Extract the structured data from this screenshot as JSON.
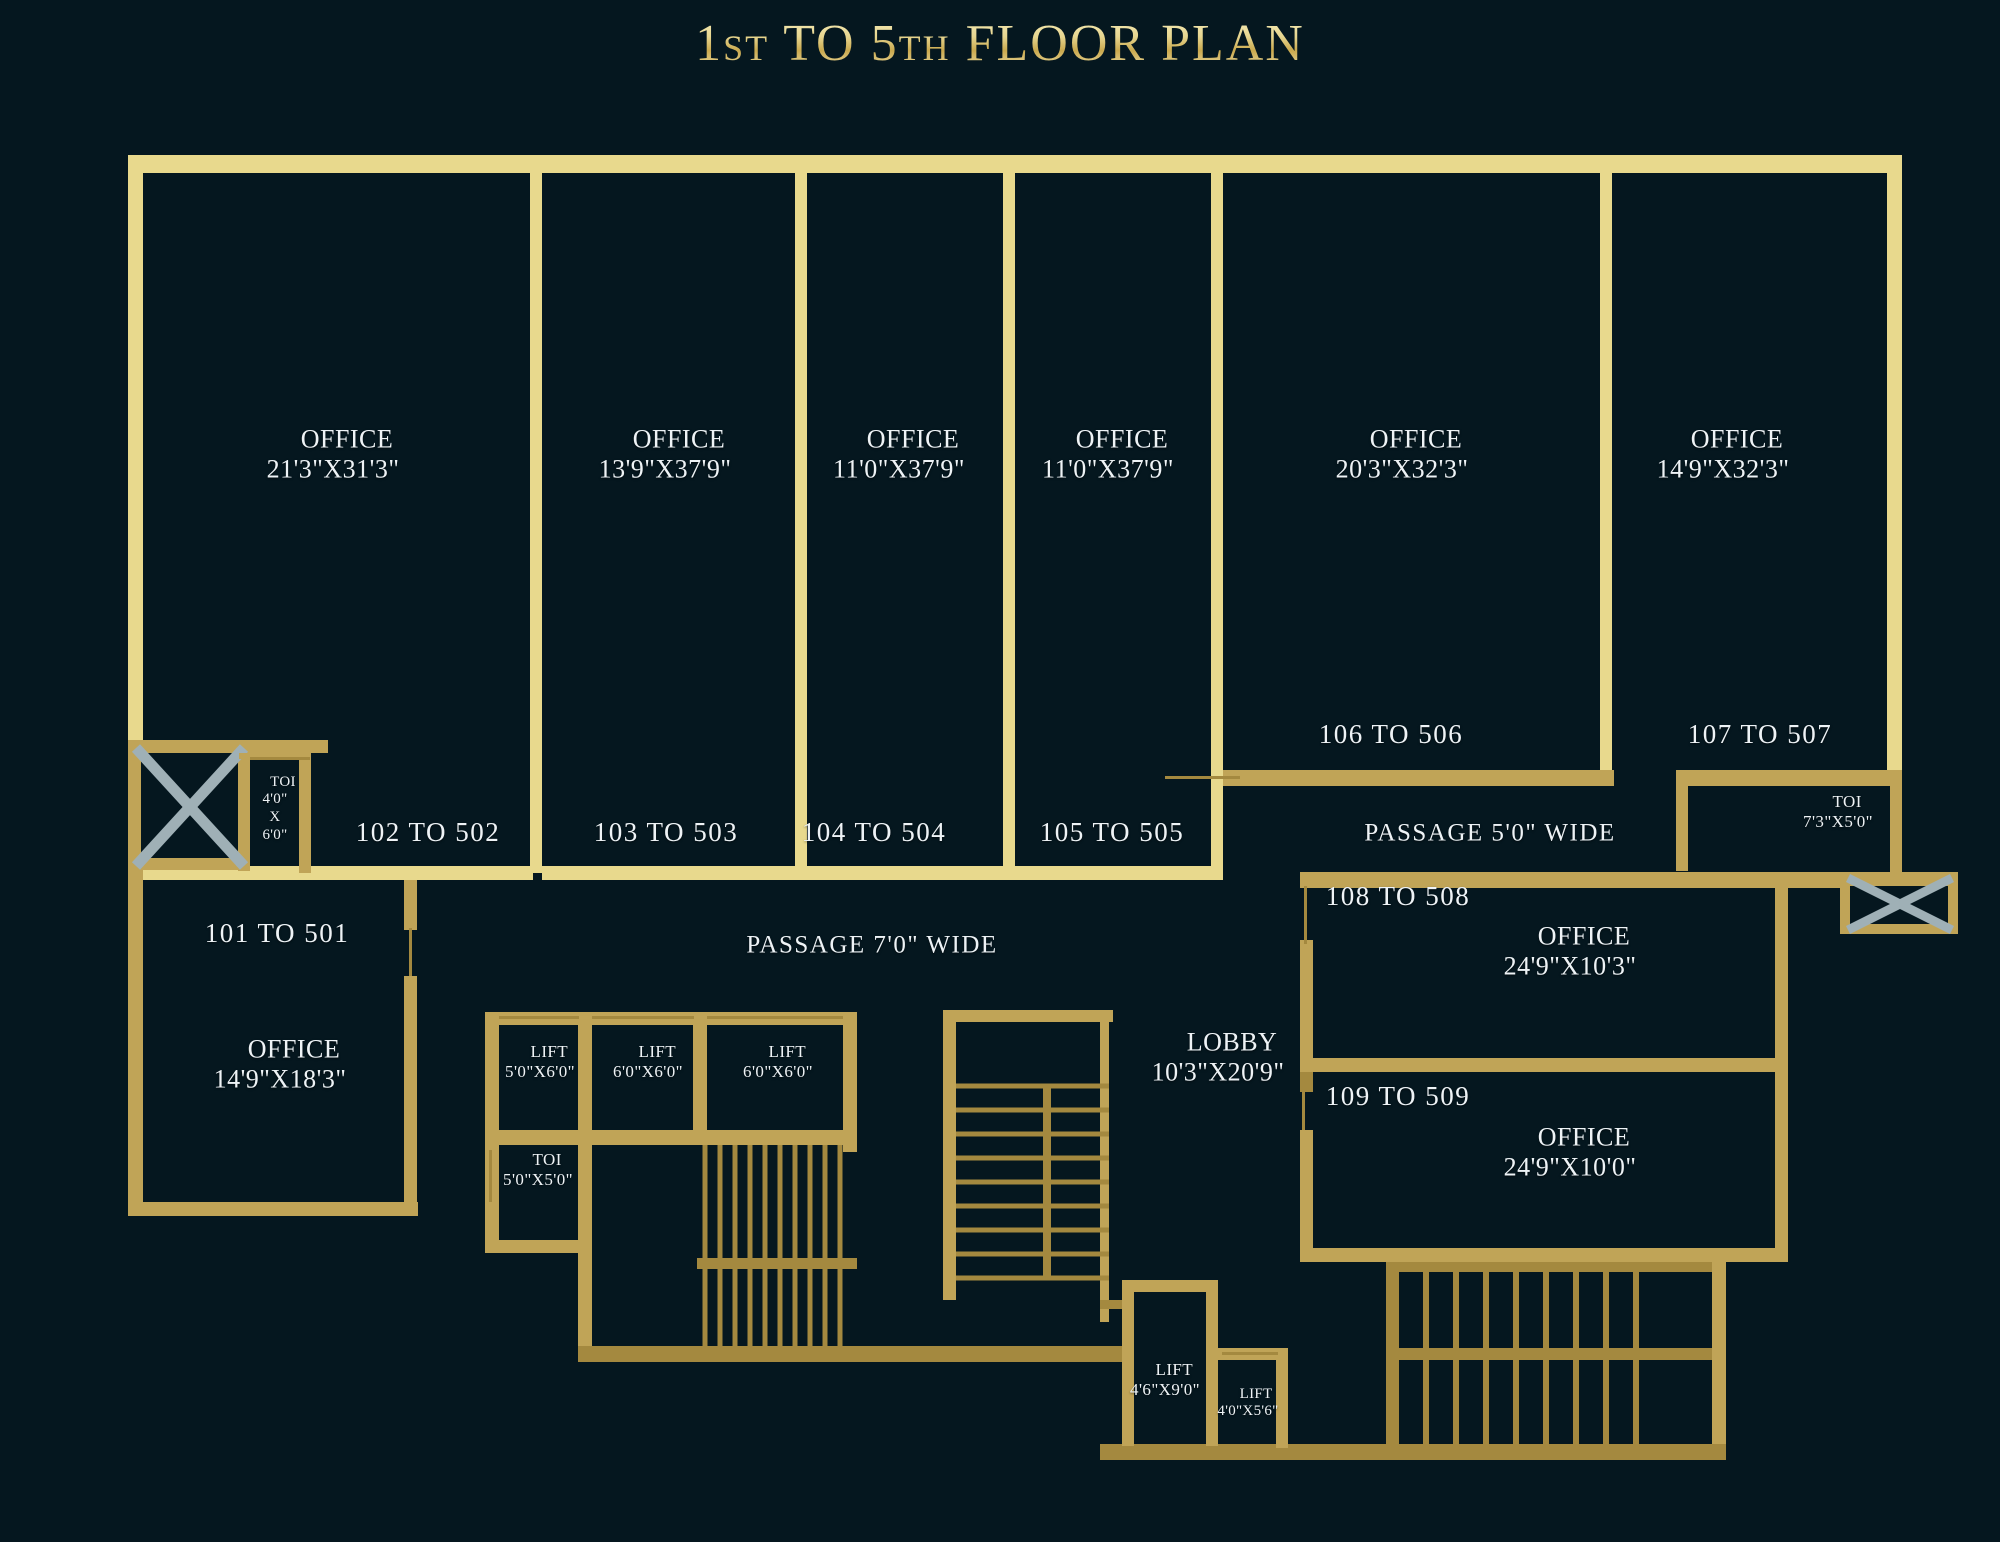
{
  "title": {
    "full": "1ST TO 5TH FLOOR PLAN",
    "part1": "1",
    "part2": "ST",
    "part3": " TO ",
    "part4": "5",
    "part5": "TH",
    "part6": " FLOOR PLAN"
  },
  "colors": {
    "background": "#05171f",
    "outer_wall": "#e8d98d",
    "inner_wall": "#c0a457",
    "thin_wall": "#a4893f",
    "shaft_cross": "#9fb0b6",
    "label_text": "#eef3f6",
    "title_gold": "#e7d690"
  },
  "offices": [
    {
      "id": "office-101",
      "unit": "101 TO 501",
      "name": "OFFICE",
      "size": "14'9\"X18'3\""
    },
    {
      "id": "office-102",
      "unit": "102 TO 502",
      "name": "OFFICE",
      "size": "21'3\"X31'3\""
    },
    {
      "id": "office-103",
      "unit": "103 TO 503",
      "name": "OFFICE",
      "size": "13'9\"X37'9\""
    },
    {
      "id": "office-104",
      "unit": "104 TO 504",
      "name": "OFFICE",
      "size": "11'0\"X37'9\""
    },
    {
      "id": "office-105",
      "unit": "105 TO 505",
      "name": "OFFICE",
      "size": "11'0\"X37'9\""
    },
    {
      "id": "office-106",
      "unit": "106 TO 506",
      "name": "OFFICE",
      "size": "20'3\"X32'3\""
    },
    {
      "id": "office-107",
      "unit": "107 TO 507",
      "name": "OFFICE",
      "size": "14'9\"X32'3\""
    },
    {
      "id": "office-108",
      "unit": "108 TO 508",
      "name": "OFFICE",
      "size": "24'9\"X10'3\""
    },
    {
      "id": "office-109",
      "unit": "109 TO 509",
      "name": "OFFICE",
      "size": "24'9\"X10'0\""
    }
  ],
  "toilets": [
    {
      "id": "toi-left",
      "name": "TOI",
      "l1": "4'0\"",
      "l2": "X",
      "l3": "6'0\""
    },
    {
      "id": "toi-right",
      "name": "TOI",
      "size": "7'3\"X5'0\""
    },
    {
      "id": "toi-core",
      "name": "TOI",
      "size": "5'0\"X5'0\""
    }
  ],
  "lifts": [
    {
      "id": "lift-1",
      "name": "LIFT",
      "size": "5'0\"X6'0\""
    },
    {
      "id": "lift-2",
      "name": "LIFT",
      "size": "6'0\"X6'0\""
    },
    {
      "id": "lift-3",
      "name": "LIFT",
      "size": "6'0\"X6'0\""
    },
    {
      "id": "lift-4",
      "name": "LIFT",
      "size": "4'6\"X9'0\""
    },
    {
      "id": "lift-5",
      "name": "LIFT",
      "size": "4'0\"X5'6\""
    }
  ],
  "lobby": {
    "name": "LOBBY",
    "size": "10'3\"X20'9\""
  },
  "passages": [
    {
      "id": "passage-main",
      "label": "PASSAGE 7'0\" WIDE"
    },
    {
      "id": "passage-right",
      "label": "PASSAGE 5'0\" WIDE"
    }
  ]
}
